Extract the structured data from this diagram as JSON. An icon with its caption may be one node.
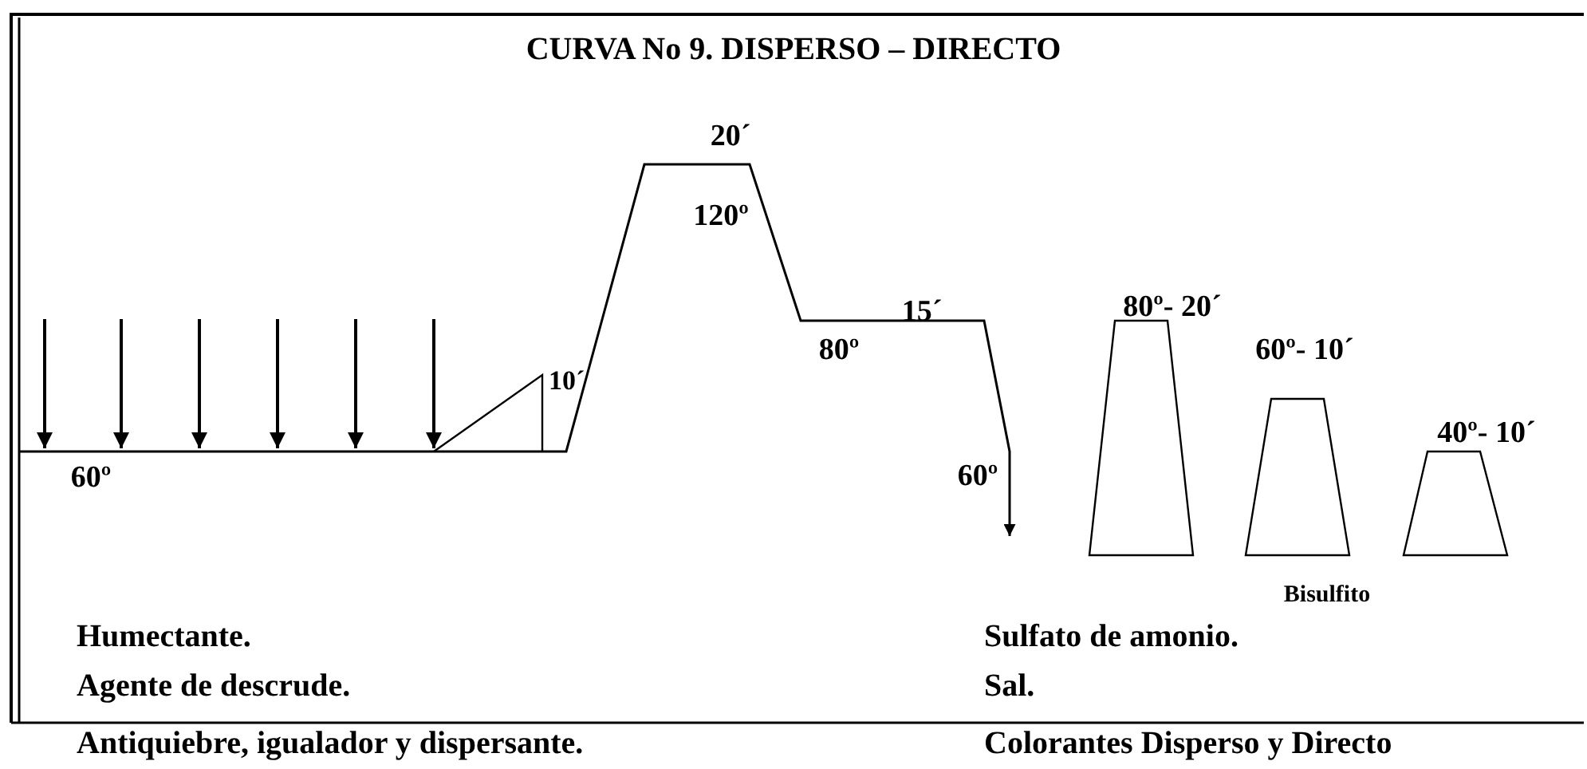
{
  "diagram": {
    "title": "CURVA No 9.  DISPERSO – DIRECTO",
    "labels": [
      "20´",
      "120º",
      "15´",
      "80º- 20´",
      "80º",
      "60º- 10´",
      "10´",
      "40º- 10´",
      "60º",
      "60º",
      "Bisulfito",
      "Humectante.",
      "Sulfato de amonio.",
      "Agente de descrude.",
      "Sal.",
      "Antiquiebre, igualador y dispersante.",
      "Colorantes Disperso y Directo"
    ]
  }
}
